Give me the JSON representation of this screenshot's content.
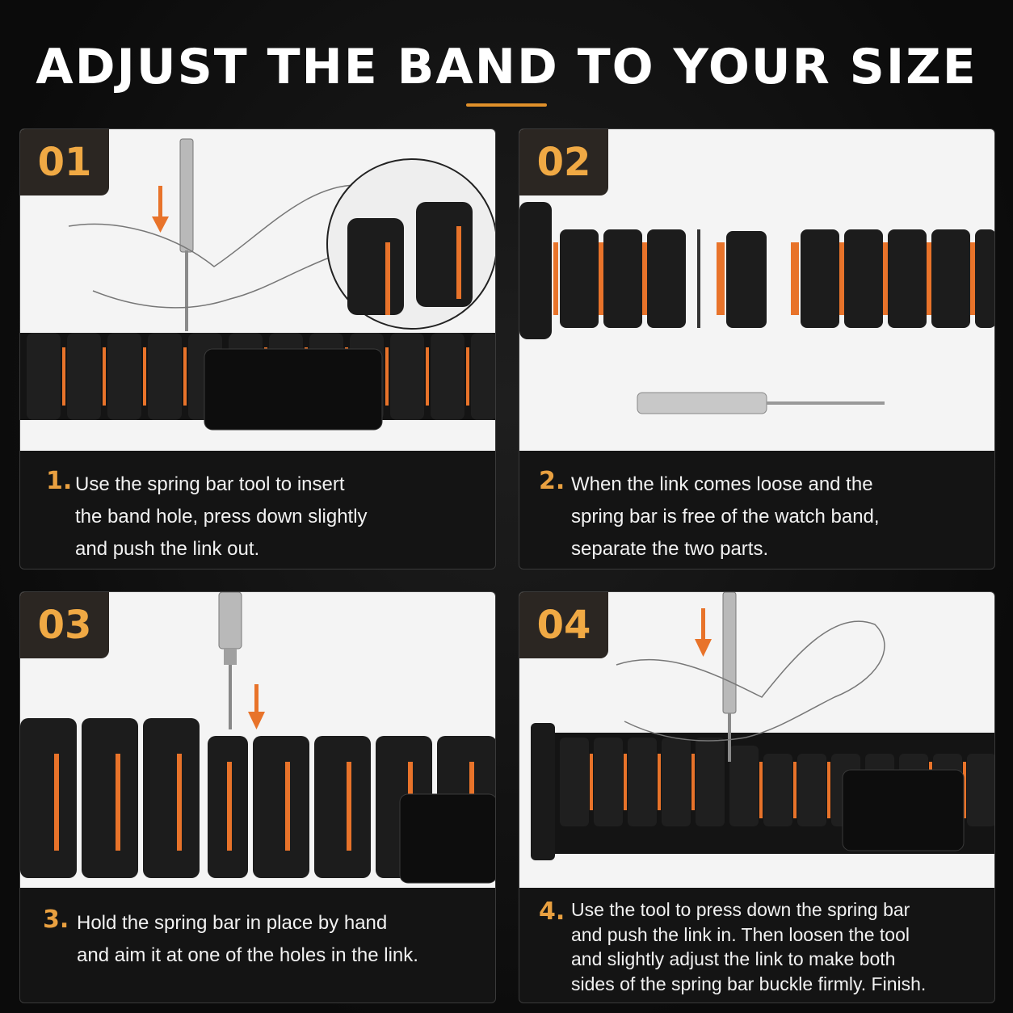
{
  "title": "ADJUST THE BAND TO YOUR SIZE",
  "colors": {
    "accent": "#e9a040",
    "band_orange": "#e8732a",
    "background": "#0c0c0c",
    "panel_image_bg": "#f4f4f4"
  },
  "steps": [
    {
      "badge": "01",
      "number": "1.",
      "text": "Use the spring bar tool to insert\nthe band hole, press down slightly\nand push the link out."
    },
    {
      "badge": "02",
      "number": "2.",
      "text": "When the link comes loose and the\nspring bar is free of the watch band,\nseparate the two parts."
    },
    {
      "badge": "03",
      "number": "3.",
      "text": "Hold the spring bar in place by hand\nand aim it at one of the holes in the link."
    },
    {
      "badge": "04",
      "number": "4.",
      "text": "Use the tool to press down the spring bar\nand push the link in. Then loosen the tool\nand slightly adjust the link to make both\nsides of the spring bar buckle firmly. Finish."
    }
  ]
}
